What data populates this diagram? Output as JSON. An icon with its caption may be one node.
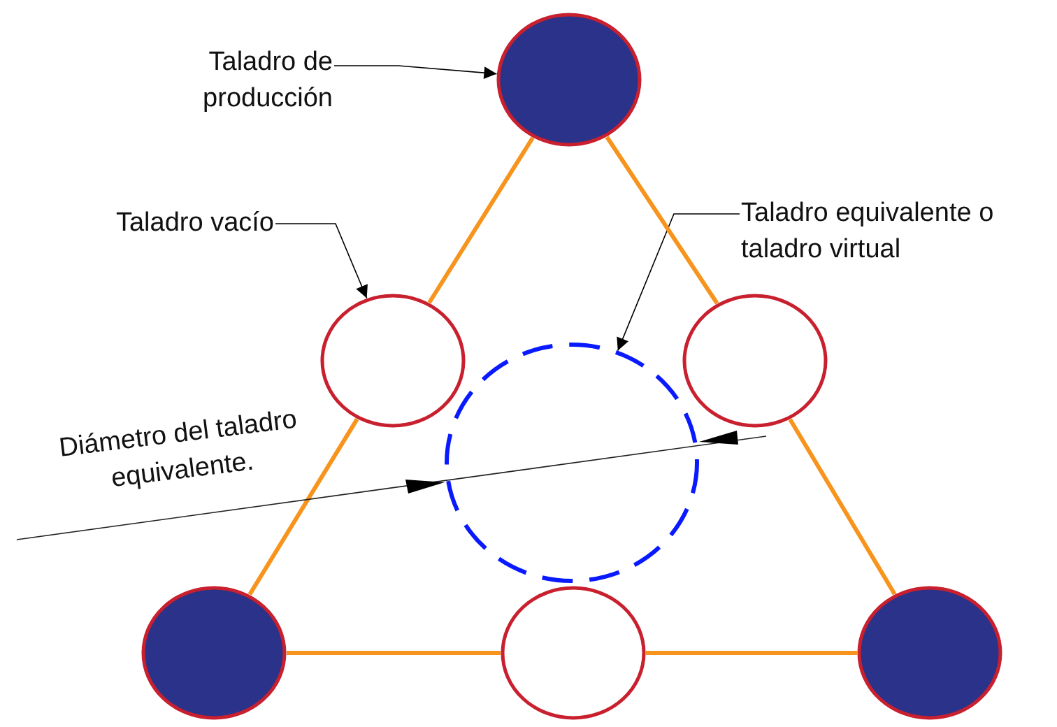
{
  "diagram": {
    "nodes": [
      {
        "text": [
          "Taladro de producción"
        ]
      },
      {
        "text": [],
        "shape": "circle"
      },
      {
        "text": [
          "Taladro vacío"
        ]
      },
      {
        "text": [],
        "shape": "circle"
      },
      {
        "text": [],
        "shape": "circle"
      },
      {
        "text": [
          "Taladro equivalente o taladro virtual"
        ]
      },
      {
        "text": [],
        "shape": "circle"
      },
      {
        "text": [],
        "shape": "circle"
      },
      {
        "text": [],
        "shape": "circle"
      },
      {
        "text": [],
        "shape": "circle"
      }
    ],
    "edges": [
      {
        "from": 0,
        "to": 1,
        "arrow": "to",
        "color": "#000000"
      },
      {
        "from": 2,
        "to": 3,
        "arrow": "to",
        "color": "#000000"
      },
      {
        "from": 5,
        "to": 6,
        "arrow": "to",
        "color": "#000000"
      },
      {
        "from": 1,
        "to": 3,
        "arrow": "none"
      },
      {
        "from": 3,
        "to": 7,
        "arrow": "none"
      },
      {
        "from": 1,
        "to": 4,
        "arrow": "none"
      },
      {
        "from": 4,
        "to": 9,
        "arrow": "none"
      },
      {
        "from": 7,
        "to": 8,
        "arrow": "none"
      },
      {
        "from": 8,
        "to": 9,
        "arrow": "none"
      }
    ],
    "labels": [
      "Diámetro del taladro equivalente."
    ]
  }
}
